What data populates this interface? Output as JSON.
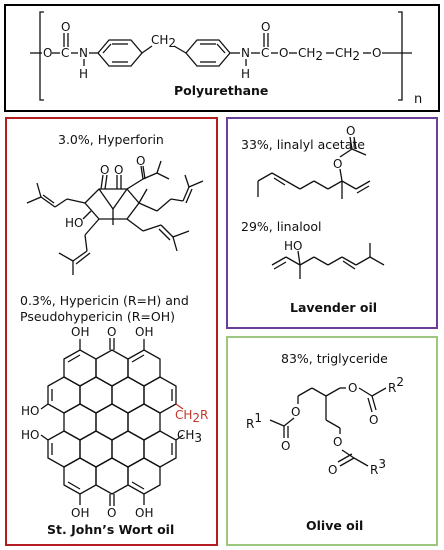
{
  "polyurethane": {
    "title": "Polyurethane",
    "repeat_index": "n",
    "atoms": {
      "o": "O",
      "c": "C",
      "n": "N",
      "h": "H",
      "ch2": "CH",
      "sub2": "2"
    }
  },
  "st_johns": {
    "title": "St. John’s Wort oil",
    "hyperforin_label": "3.0%, Hyperforin",
    "hypericin_label_line1": "0.3%, Hypericin (R=H) and",
    "hypericin_label_line2": "Pseudohypericin (R=OH)",
    "atoms": {
      "o": "O",
      "ho": "HO",
      "oh": "OH",
      "ch3": "CH",
      "ch2r": "CH",
      "r": "R",
      "sub2": "2",
      "sub3": "3"
    }
  },
  "lavender": {
    "title": "Lavender oil",
    "linalyl_label": "33%, linalyl acetate",
    "linalool_label": "29%, linalool",
    "atoms": {
      "o": "O",
      "ho": "HO"
    }
  },
  "olive": {
    "title": "Olive oil",
    "triglyceride_label": "83%, triglyceride",
    "atoms": {
      "o": "O",
      "r": "R",
      "s1": "1",
      "s2": "2",
      "s3": "3"
    }
  },
  "colors": {
    "polyurethane_border": "#000000",
    "st_johns_border": "#b31d22",
    "lavender_border": "#6a3f98",
    "olive_border": "#9dc77e",
    "highlight": "#c0392b"
  }
}
